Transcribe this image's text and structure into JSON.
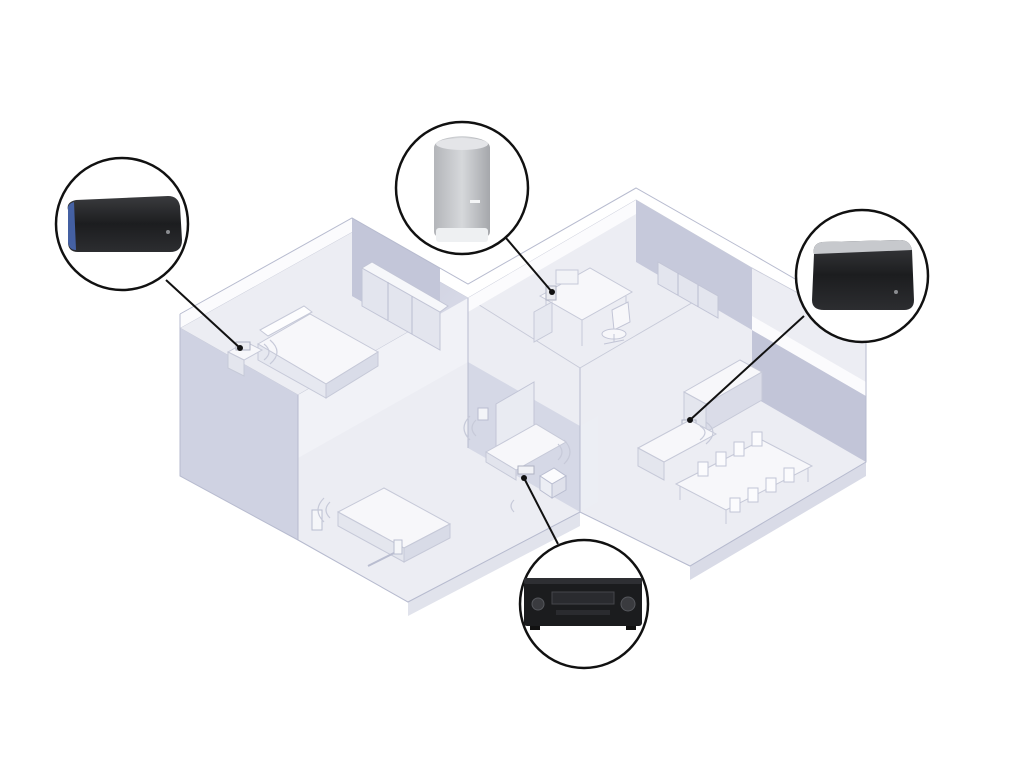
{
  "diagram": {
    "colors": {
      "floor": "#ecedf3",
      "floor_light": "#f4f5f9",
      "wall_outer": "#d3d6e4",
      "wall_shade": "#b9bdd2",
      "wall_dark": "#a9aec6",
      "wall_top": "#fbfbfd",
      "furniture": "#f7f7fa",
      "furniture_edge": "#c8cbd9",
      "callout_line": "#111111",
      "circle_fill": "#ffffff",
      "speaker_black": "#1d1e20",
      "speaker_grey": "#c9cbce"
    },
    "callouts": [
      {
        "id": "bedroom-speaker",
        "device": "black-wireless-speaker-wide"
      },
      {
        "id": "office-speaker",
        "device": "grey-tall-wireless-speaker"
      },
      {
        "id": "dining-speaker",
        "device": "black-wireless-speaker-large"
      },
      {
        "id": "living-receiver",
        "device": "av-receiver"
      }
    ],
    "rooms": [
      "bedroom",
      "office",
      "living-room",
      "dining-room"
    ]
  }
}
